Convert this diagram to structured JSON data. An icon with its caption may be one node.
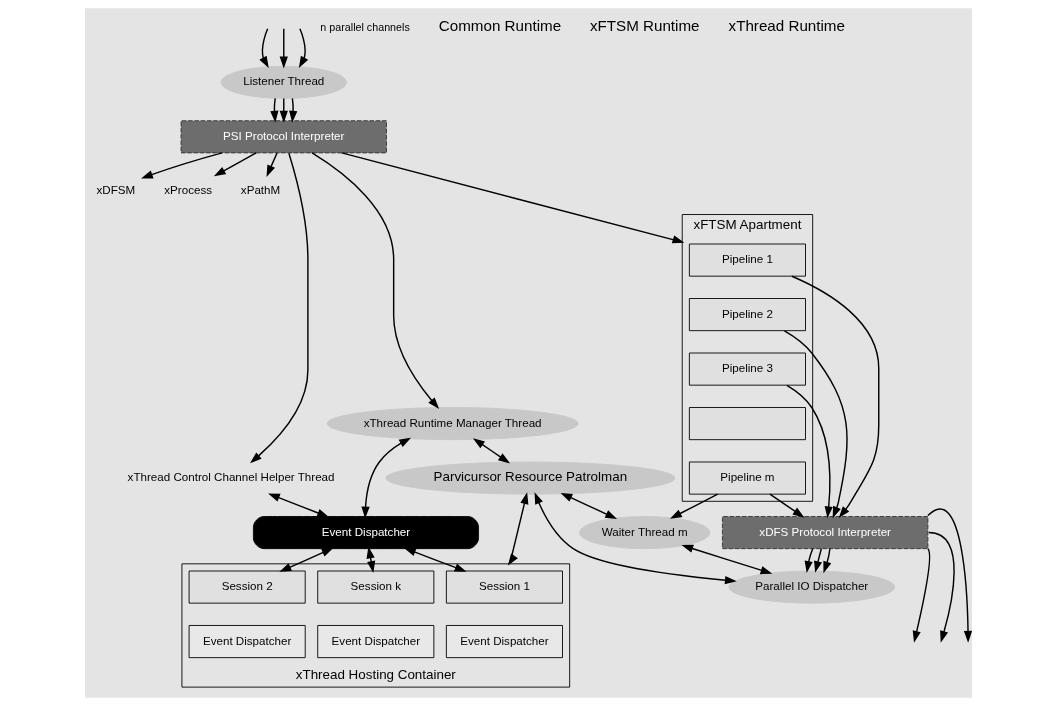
{
  "diagram": {
    "nodes": [
      {
        "text": [
          "Listener Thread"
        ]
      },
      {
        "text": [
          "PSI Protocol Interpreter"
        ]
      },
      {
        "text": [
          "xDFSM"
        ]
      },
      {
        "text": [
          "xProcess"
        ]
      },
      {
        "text": [
          "xPathM"
        ]
      },
      {
        "text": [
          "xFTSM Apartment"
        ]
      },
      {
        "text": [
          "Pipeline 1"
        ],
        "in": 5
      },
      {
        "text": [
          "Pipeline 2"
        ],
        "in": 5
      },
      {
        "text": [
          "Pipeline 3"
        ],
        "in": 5
      },
      {
        "text": [],
        "shape": "box",
        "in": 5
      },
      {
        "text": [
          "Pipeline m"
        ],
        "in": 5
      },
      {
        "text": [
          "xDFS Protocol Interpreter"
        ]
      },
      {
        "text": [
          "Waiter Thread m"
        ]
      },
      {
        "text": [
          "Parallel IO Dispatcher"
        ]
      },
      {
        "text": [
          "xThread Control Channel Helper Thread"
        ]
      },
      {
        "text": [
          "xThread Runtime Manager Thread"
        ]
      },
      {
        "text": [
          "Parvicursor Resource Patrolman"
        ]
      },
      {
        "text": [
          "Event Dispatcher"
        ]
      },
      {
        "text": [
          "xThread Hosting Container"
        ]
      },
      {
        "text": [
          "Session 1"
        ],
        "in": 18
      },
      {
        "text": [
          "Session 2"
        ],
        "in": 18
      },
      {
        "text": [
          "Session k"
        ],
        "in": 18
      },
      {
        "text": [
          "Event Dispatcher"
        ],
        "in": 18
      },
      {
        "text": [
          "Event Dispatcher"
        ],
        "in": 18
      },
      {
        "text": [
          "Event Dispatcher"
        ],
        "in": 18
      }
    ],
    "edges": [
      {
        "from": null,
        "to": 0,
        "arrow": "to"
      },
      {
        "from": null,
        "to": 0,
        "arrow": "to"
      },
      {
        "from": null,
        "to": 0,
        "arrow": "to"
      },
      {
        "from": 0,
        "to": 1,
        "arrow": "to"
      },
      {
        "from": 0,
        "to": 1,
        "arrow": "to"
      },
      {
        "from": 0,
        "to": 1,
        "arrow": "to"
      },
      {
        "from": 1,
        "to": 2,
        "arrow": "to"
      },
      {
        "from": 1,
        "to": 3,
        "arrow": "to"
      },
      {
        "from": 1,
        "to": 4,
        "arrow": "to"
      },
      {
        "from": 1,
        "to": 5,
        "arrow": "to"
      },
      {
        "from": 1,
        "to": 14,
        "arrow": "to"
      },
      {
        "from": 1,
        "to": 15,
        "arrow": "to"
      },
      {
        "from": 6,
        "to": 11,
        "arrow": "to"
      },
      {
        "from": 7,
        "to": 11,
        "arrow": "to"
      },
      {
        "from": 8,
        "to": 11,
        "arrow": "to"
      },
      {
        "from": 10,
        "to": 11,
        "arrow": "to"
      },
      {
        "from": 11,
        "to": null,
        "arrow": "to"
      },
      {
        "from": 11,
        "to": null,
        "arrow": "to"
      },
      {
        "from": 11,
        "to": null,
        "arrow": "to"
      },
      {
        "from": 11,
        "to": 13,
        "arrow": "to"
      },
      {
        "from": 11,
        "to": 13,
        "arrow": "to"
      },
      {
        "from": 11,
        "to": 13,
        "arrow": "to"
      },
      {
        "from": 10,
        "to": 12,
        "arrow": "to"
      },
      {
        "from": 16,
        "to": 12,
        "arrow": "both"
      },
      {
        "from": 12,
        "to": 13,
        "arrow": "both"
      },
      {
        "from": 16,
        "to": 13,
        "arrow": "both"
      },
      {
        "from": 15,
        "to": 16,
        "arrow": "both"
      },
      {
        "from": 14,
        "to": 17,
        "arrow": "both"
      },
      {
        "from": 15,
        "to": 17,
        "arrow": "both"
      },
      {
        "from": 17,
        "to": 19,
        "arrow": "both"
      },
      {
        "from": 17,
        "to": 20,
        "arrow": "both"
      },
      {
        "from": 17,
        "to": 21,
        "arrow": "both"
      },
      {
        "from": 16,
        "to": 18,
        "arrow": "both"
      }
    ],
    "labels": [
      "n parallel channels",
      "Common Runtime",
      "xFTSM Runtime",
      "xThread Runtime"
    ]
  }
}
